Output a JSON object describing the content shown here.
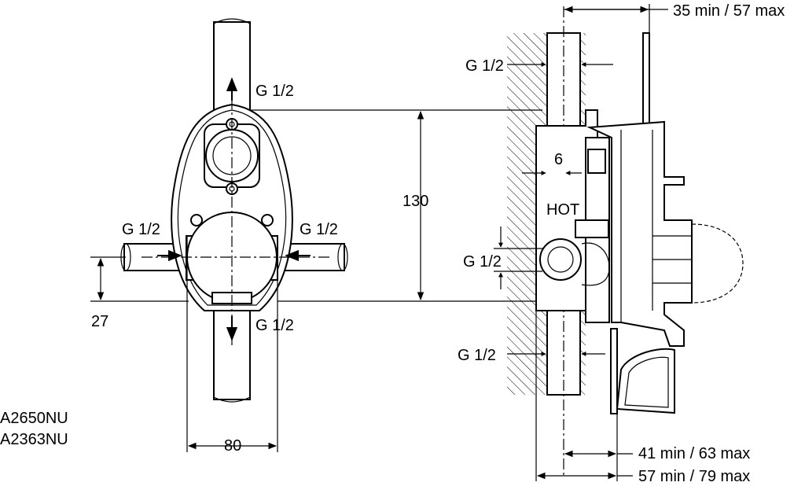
{
  "labels": {
    "top_dim": "35 min / 57 max",
    "g_top_left": "G 1/2",
    "g_top_right": "G 1/2",
    "g_left": "G 1/2",
    "g_right": "G 1/2",
    "g_bottom": "G 1/2",
    "g_side_mid": "G 1/2",
    "g_side_bottom": "G 1/2",
    "dim_130": "130",
    "dim_6": "6",
    "hot": "HOT",
    "dim_27": "27",
    "dim_80": "80",
    "dim_41": "41 min / 63 max",
    "dim_57": "57 min / 79 max",
    "model_1": "A2650NU",
    "model_2": "A2363NU"
  }
}
